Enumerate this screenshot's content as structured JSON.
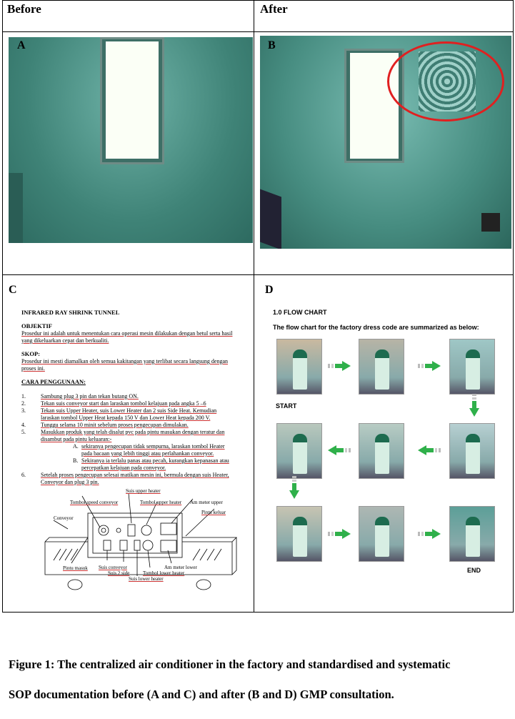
{
  "headers": {
    "before": "Before",
    "after": "After"
  },
  "panels": {
    "a": "A",
    "b": "B",
    "c": "C",
    "d": "D"
  },
  "sop": {
    "title": "INFRARED RAY SHRINK TUNNEL",
    "objective_heading": "OBJEKTIF",
    "objective_text": "Prosedur ini adalah untuk menentukan cara operasi mesin dilakukan dengan betul serta hasil yang  dikeluarkan cepat dan berkualiti.",
    "scope_heading": "SKOP:",
    "scope_text": "Prosedur ini mesti diamalkan oleh semua kakitangan yang terlibat secara langsung dengan proses ini.",
    "usage_heading": "CARA PENGGUNAAN:",
    "steps": [
      {
        "n": "1.",
        "t": "Sambung plug 3 pin dan tekan butang ON."
      },
      {
        "n": "2.",
        "t": "Tekan suis conveyor start dan laraskan tombol kelajuan pada angka 5 –6"
      },
      {
        "n": "3.",
        "t": "Tekan suis Upper Heater, suis Lower Heater dan 2 suis Side Heat. Kemudian laraskan tombol Upper Heat kepada 150 V dan Lower Heat kepada 200 V."
      },
      {
        "n": "4.",
        "t": "Tunggu selama 10 minit sebelum proses pengecupan dimulakan."
      },
      {
        "n": "5.",
        "t": "Masukkan produk yang telah disalut pvc pada pintu masukan dengan teratur dan disambut pada pintu keluaran:-"
      },
      {
        "n": "6.",
        "t": "Setelah proses pengecupan selesai matikan mesin ini, bermula dengan suis Heater, Conveyor dan plug 3 pin."
      }
    ],
    "substeps": [
      {
        "n": "A.",
        "t": "sekiranya pengecupan tidak sempurna, laraskan tombol Heater pada bacaan yang lebih tinggi atau perlahankan conveyor."
      },
      {
        "n": "B.",
        "t": "Sekiranya ia terlalu panas atau pecah, kurangkan kepanasan atau percepatkan kelajuan pada conveyor."
      }
    ],
    "diagram_labels": {
      "suis_upper": "Suis upper heater",
      "tombol_speed": "Tombol speed conveyor",
      "tombol_upper": "Tombol upper heater",
      "ammeter_upper": "Am meter upper",
      "conveyor": "Conveyor",
      "pintu_keluar": "Pintu keluar",
      "pintu_masuk": "Pintu masuk",
      "suis_conveyor": "Suis conveyor",
      "suis_side": "Suis 2 side",
      "suis_lower": "Suis lower heater",
      "tombol_lower": "Tombol lower heater",
      "ammeter_lower": "Am meter lower"
    }
  },
  "flow": {
    "title": "1.0  FLOW CHART",
    "subtitle": "The flow chart for the factory dress code are summarized as below:",
    "start": "START",
    "end": "END"
  },
  "caption": {
    "line1": "Figure 1: The centralized air conditioner in the factory and standardised and systematic",
    "line2": "SOP documentation before (A and C) and after (B and D) GMP consultation."
  },
  "colors": {
    "arrow": "#2fb04a",
    "circle": "#e02020",
    "wall": "#4f9a8e"
  }
}
